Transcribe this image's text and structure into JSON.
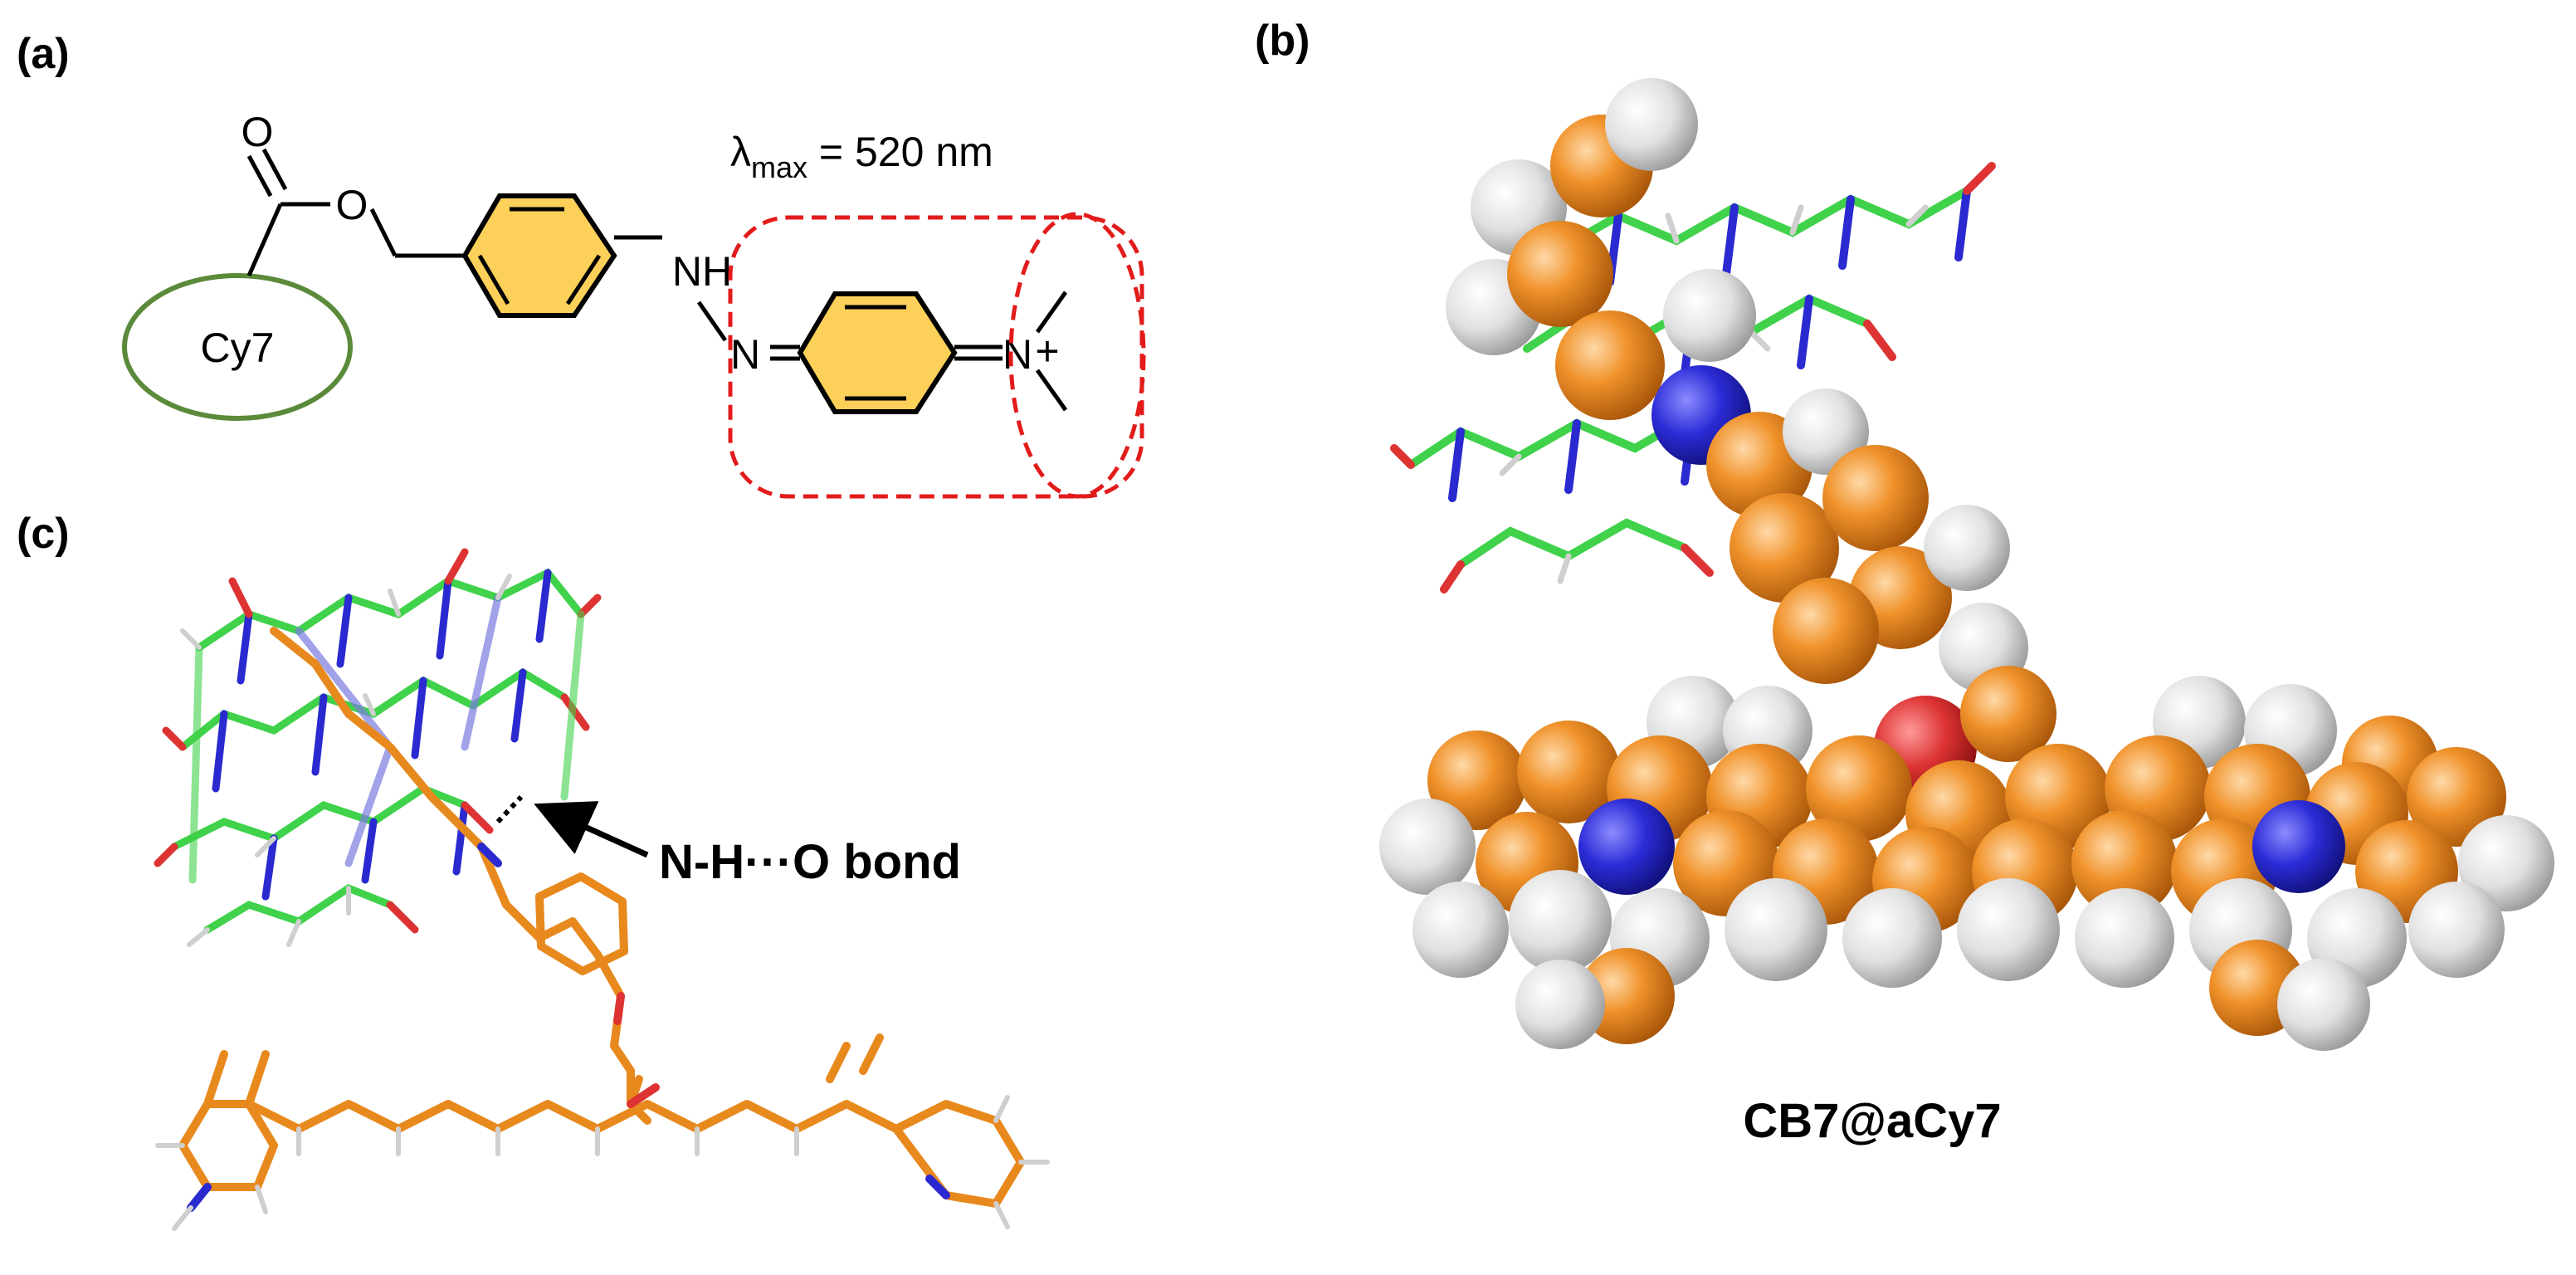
{
  "panels": {
    "a": {
      "label": "(a)"
    },
    "b": {
      "label": "(b)"
    },
    "c": {
      "label": "(c)"
    }
  },
  "structure": {
    "cy7_label": "Cy7",
    "lambda_symbol": "λ",
    "lambda_sub": "max",
    "lambda_value": " = 520 nm",
    "atom_o_carbonyl": "O",
    "atom_o_ester": "O",
    "atom_nh": "NH",
    "atom_n_azo": "N",
    "atom_n_plus": "N",
    "charge_plus": "+"
  },
  "annotations": {
    "hbond_label": "N-H···O bond"
  },
  "complex_name": "CB7@aCy7",
  "colors": {
    "carbon_orange": "#e8891e",
    "carbon_green": "#3fd24a",
    "nitrogen_blue": "#2a2ad0",
    "oxygen_red": "#dd3333",
    "hydrogen_grey": "#dcdcdc",
    "aromatic_fill": "#fdd05a",
    "cy7_ellipse": "#5b8a3a",
    "dashed_box": "#e21b1b"
  }
}
